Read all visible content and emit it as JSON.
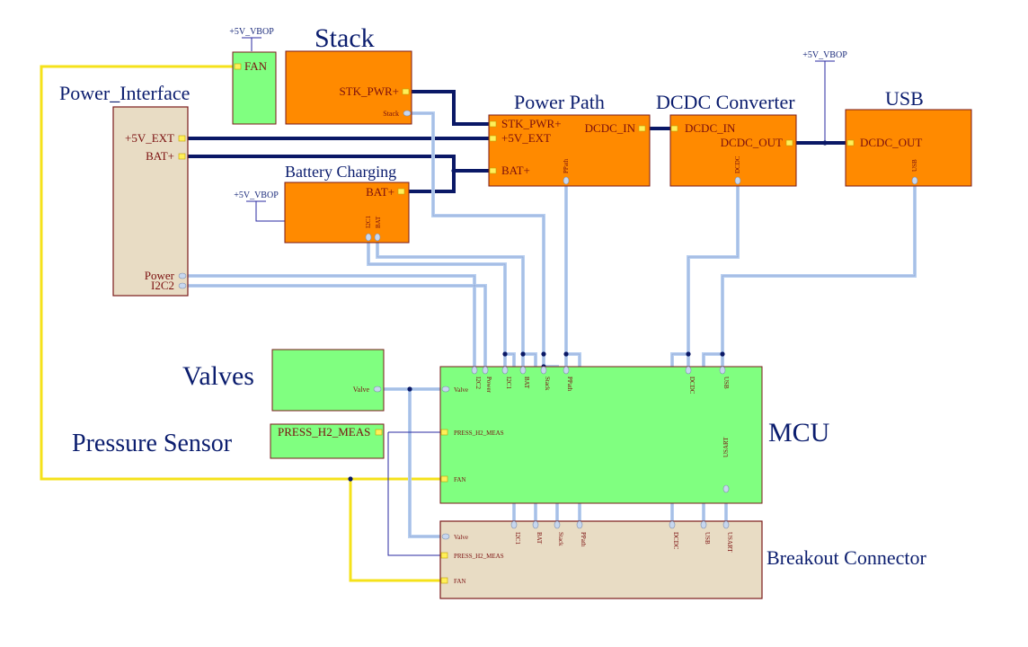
{
  "blocks": {
    "fan": {
      "pin": "FAN",
      "supply": "+5V_VBOP"
    },
    "stack": {
      "title": "Stack",
      "pins": [
        "STK_PWR+",
        "Stack"
      ]
    },
    "power_interface": {
      "title": "Power_Interface",
      "pins": [
        "+5V_EXT",
        "BAT+",
        "Power",
        "I2C2"
      ]
    },
    "power_path": {
      "title": "Power Path",
      "pins": [
        "STK_PWR+",
        "+5V_EXT",
        "BAT+",
        "DCDC_IN",
        "PPath"
      ]
    },
    "dcdc": {
      "title": "DCDC Converter",
      "supply": "+5V_VBOP",
      "pins": [
        "DCDC_IN",
        "DCDC_OUT",
        "DCDC"
      ]
    },
    "usb": {
      "title": "USB",
      "pins": [
        "DCDC_OUT",
        "USB"
      ]
    },
    "battery": {
      "title": "Battery Charging",
      "supply": "+5V_VBOP",
      "pins": [
        "BAT+",
        "I2C1",
        "BAT"
      ]
    },
    "valves": {
      "title": "Valves",
      "pin": "Valve"
    },
    "pressure": {
      "title": "Pressure Sensor",
      "pin": "PRESS_H2_MEAS"
    },
    "mcu": {
      "title": "MCU",
      "top_pins": [
        "I2C2",
        "Power",
        "I2C1",
        "BAT",
        "Stack",
        "PPath",
        "DCDC",
        "USB"
      ],
      "left_pins": [
        "Valve",
        "PRESS_H2_MEAS",
        "FAN"
      ],
      "usart": "USART"
    },
    "breakout": {
      "title": "Breakout Connector",
      "top_pins": [
        "I2C1",
        "BAT",
        "Stack",
        "PPath",
        "DCDC",
        "USB",
        "USART"
      ],
      "left_pins": [
        "Valve",
        "PRESS_H2_MEAS",
        "FAN"
      ]
    }
  },
  "colors": {
    "functional_block": "#ff8a00",
    "peripheral_block": "#80ff80",
    "connector_block": "#e8dcc4",
    "power_wire": "#0a1866",
    "signal_bus": "#b8cff0",
    "fan_wire": "#f5e21a"
  }
}
